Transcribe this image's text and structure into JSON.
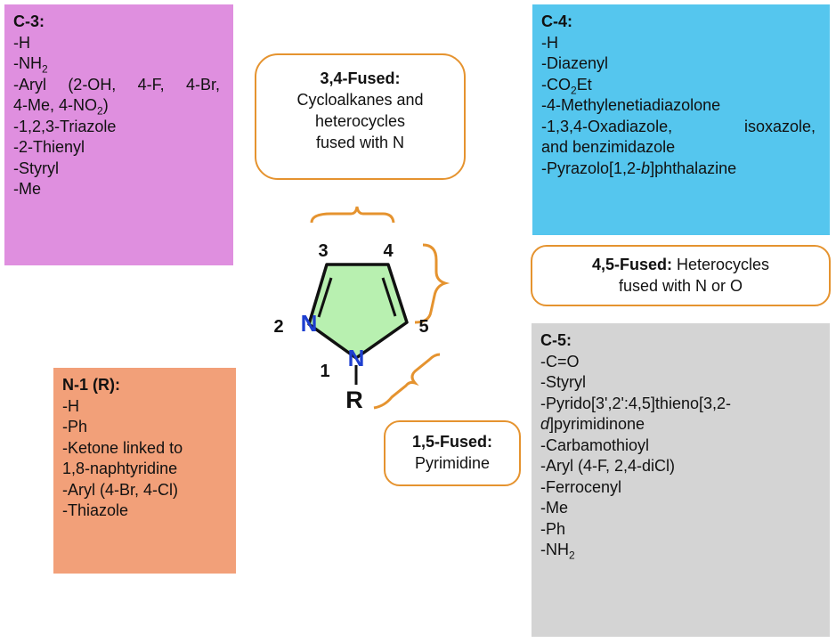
{
  "c3": {
    "title": "C-3:",
    "items": [
      "-H",
      "-NH",
      "2",
      "-Aryl",
      "(2-OH,",
      "4-F,",
      "4-Br,",
      "4-Me, 4-NO",
      "2",
      ")",
      "-1,2,3-Triazole",
      "-2-Thienyl",
      "-Styryl",
      "-Me"
    ]
  },
  "c4": {
    "title": "C-4:",
    "items": [
      "-H",
      "-Diazenyl",
      "-CO",
      "2",
      "Et",
      "-4-Methylenetiadiazolone",
      "-1,3,4-Oxadiazole,",
      "isoxazole,",
      "and benzimidazole",
      "-Pyrazolo[1,2-",
      "b",
      "]phthalazine"
    ]
  },
  "n1": {
    "title": "N-1 (R):",
    "items": [
      "-H",
      "-Ph",
      "-Ketone linked to",
      "1,8-naphtyridine",
      "-Aryl (4-Br, 4-Cl)",
      "-Thiazole"
    ]
  },
  "c5": {
    "title": "C-5:",
    "items": [
      "-C=O",
      "-Styryl",
      "-Pyrido[3',2':4,5]thieno[3,2-",
      "d",
      "]pyrimidinone",
      "-Carbamothioyl",
      "-Aryl (4-F, 2,4-diCl)",
      "-Ferrocenyl",
      "-Me",
      "-Ph",
      "-NH",
      "2"
    ]
  },
  "fused34": {
    "title": "3,4-Fused:",
    "lines": [
      "Cycloalkanes and",
      "heterocycles",
      "fused with N"
    ]
  },
  "fused45": {
    "title": "4,5-Fused:",
    "text": " Heterocycles",
    "line2": "fused with N or O"
  },
  "fused15": {
    "title": "1,5-Fused:",
    "text": "Pyrimidine"
  },
  "structure": {
    "pos1": "1",
    "pos2": "2",
    "pos3": "3",
    "pos4": "4",
    "pos5": "5",
    "atom_n1": "N",
    "atom_n2": "N",
    "substituent": "R",
    "ring_color": "#b8f0b0",
    "nitrogen_color": "#1e3fd0",
    "bracket_color": "#e5932f"
  }
}
